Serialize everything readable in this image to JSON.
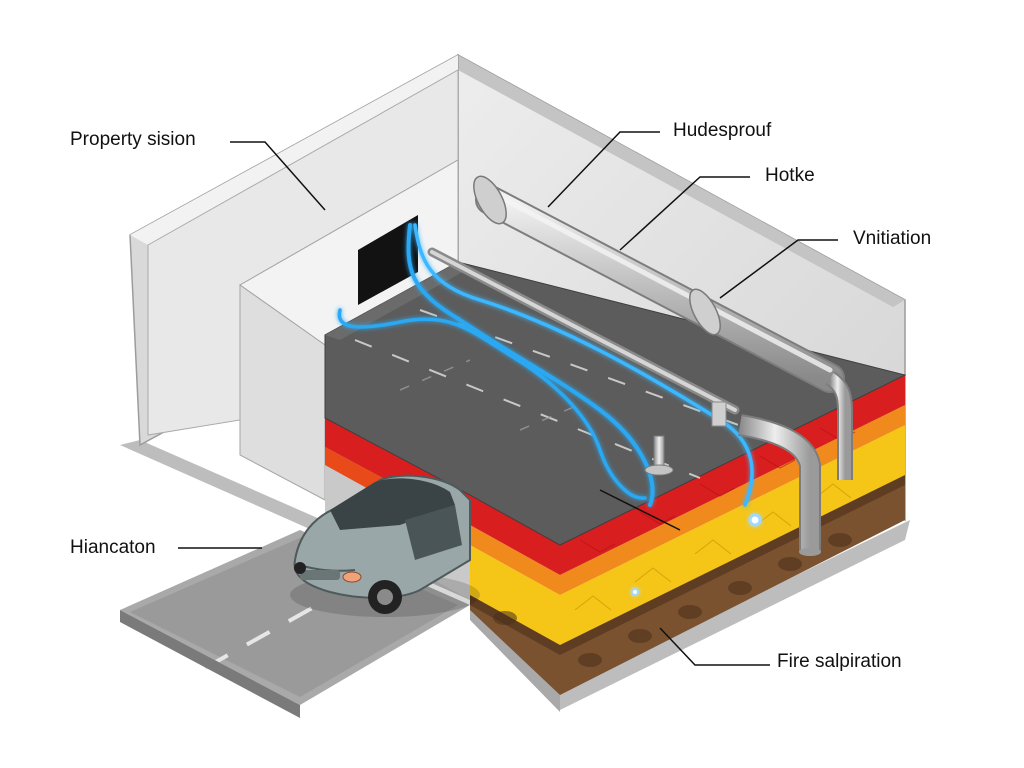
{
  "labels": {
    "property": "Property sision",
    "hudesprouf": "Hudesprouf",
    "hotke": "Hotke",
    "vnitiation": "Vnitiation",
    "hiancaton": "Hiancaton",
    "fire": "Fire salpiration"
  },
  "colors": {
    "wall_light": "#e6e6e6",
    "wall_mid": "#cfcfcf",
    "slab_top": "#5c5c5c",
    "layer_red": "#d81e1e",
    "layer_orange": "#f08a1c",
    "layer_yellow": "#f5c518",
    "layer_soil": "#7a5230",
    "cable_blue": "#2aa8f2",
    "pipe_gray": "#b8b8b8",
    "car_body": "#9aa7a8"
  },
  "icons": {
    "car": "car-icon",
    "pipe": "pipe-icon"
  }
}
